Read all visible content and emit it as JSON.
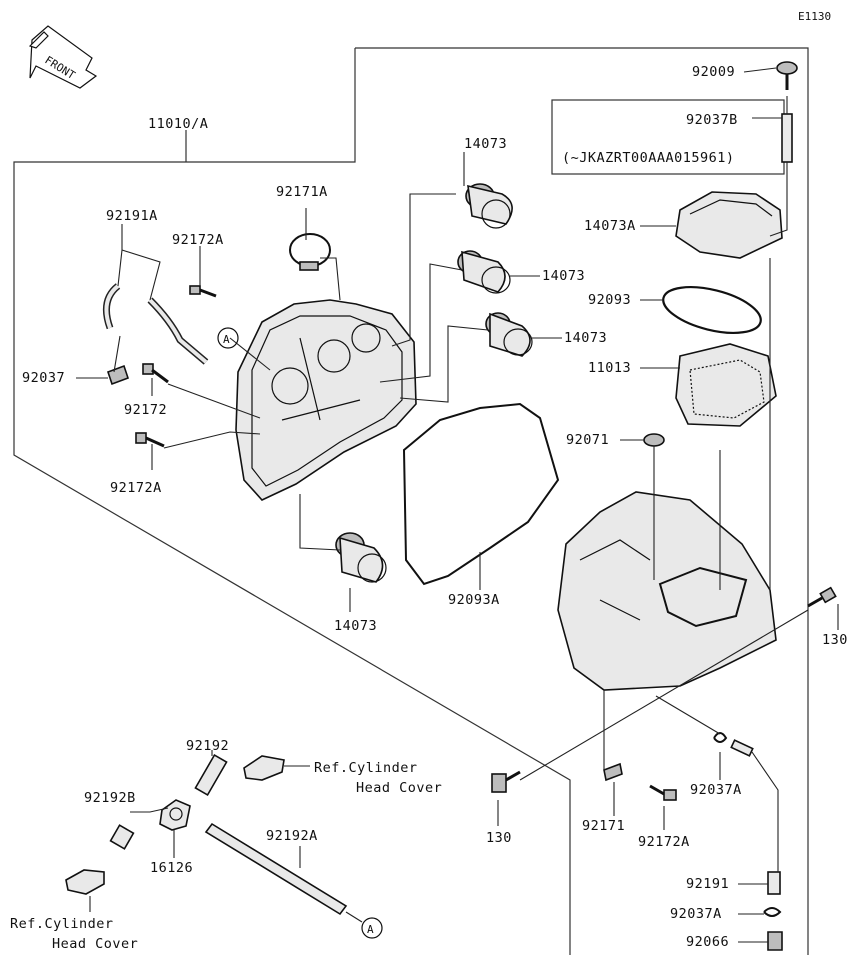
{
  "diagram_code": "E1130",
  "front_arrow_label": "FRONT",
  "ref_marker": "A",
  "vin_range": "(~JKAZRT00AAA015961)",
  "labels": {
    "p11010A": "11010/A",
    "p92191A": "92191A",
    "p92172A_top": "92172A",
    "p92171A": "92171A",
    "p14073_a": "14073",
    "p14073_b": "14073",
    "p14073_c": "14073",
    "p14073_d": "14073",
    "p92037": "92037",
    "p92172": "92172",
    "p92172A_mid": "92172A",
    "p92093A": "92093A",
    "p92009": "92009",
    "p92037B": "92037B",
    "p14073A": "14073A",
    "p92093": "92093",
    "p11013": "11013",
    "p92071": "92071",
    "p130_right": "130",
    "p130_left": "130",
    "p92192": "92192",
    "p92192B": "92192B",
    "p16126": "16126",
    "p92192A": "92192A",
    "p92171": "92171",
    "p92172A_bot": "92172A",
    "p92037A_mid": "92037A",
    "p92191": "92191",
    "p92037A_bot": "92037A",
    "p92066": "92066"
  },
  "refs": {
    "cyl_head_1_line1": "Ref.Cylinder",
    "cyl_head_1_line2": "Head Cover",
    "cyl_head_2_line1": "Ref.Cylinder",
    "cyl_head_2_line2": "Head Cover"
  }
}
